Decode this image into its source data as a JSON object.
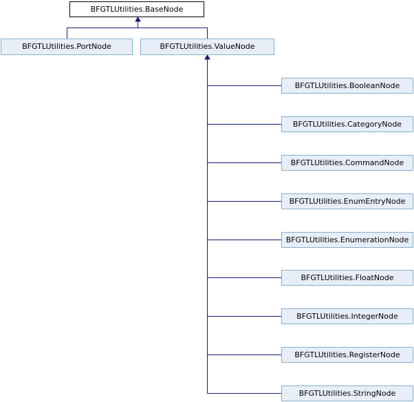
{
  "diagram": {
    "root": {
      "label": "BFGTLUtilities.BaseNode"
    },
    "level1": [
      {
        "id": "port",
        "label": "BFGTLUtilities.PortNode"
      },
      {
        "id": "value",
        "label": "BFGTLUtilities.ValueNode"
      }
    ],
    "value_children": [
      {
        "label": "BFGTLUtilities.BooleanNode"
      },
      {
        "label": "BFGTLUtilities.CategoryNode"
      },
      {
        "label": "BFGTLUtilities.CommandNode"
      },
      {
        "label": "BFGTLUtilities.EnumEntryNode"
      },
      {
        "label": "BFGTLUtilities.EnumerationNode"
      },
      {
        "label": "BFGTLUtilities.FloatNode"
      },
      {
        "label": "BFGTLUtilities.IntegerNode"
      },
      {
        "label": "BFGTLUtilities.RegisterNode"
      },
      {
        "label": "BFGTLUtilities.StringNode"
      }
    ],
    "colors": {
      "node_fill": "#e8eef8",
      "node_border": "#84b0c7",
      "root_fill": "#ffffff",
      "edge": "#191970"
    }
  }
}
